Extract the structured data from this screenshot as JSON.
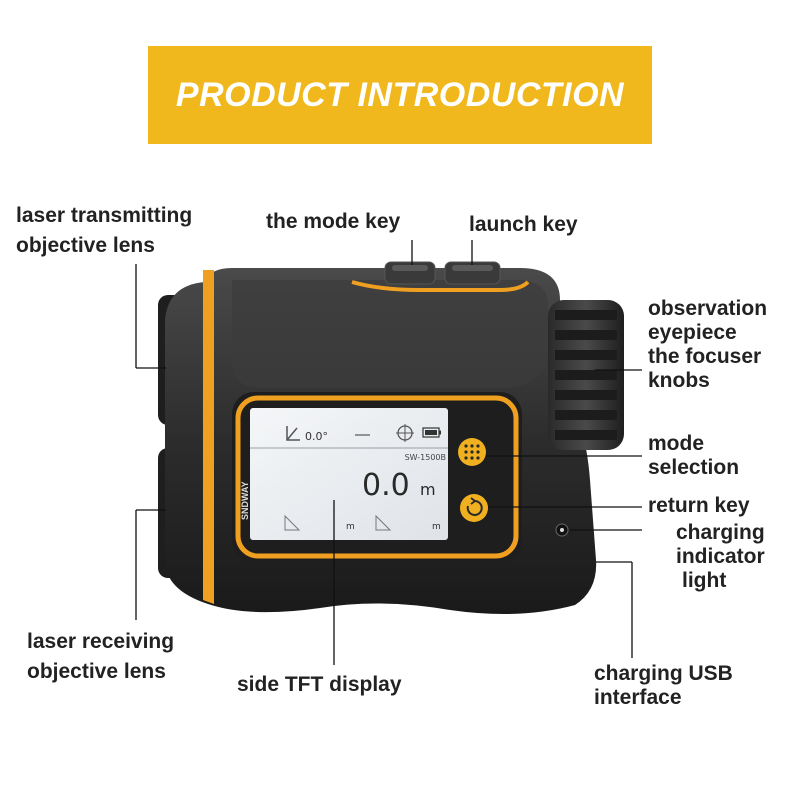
{
  "banner": {
    "title": "PRODUCT INTRODUCTION"
  },
  "labels": {
    "laser_transmitting": [
      "laser transmitting",
      "objective lens"
    ],
    "mode_key": "the mode key",
    "launch_key": "launch key",
    "eyepiece": [
      "observation",
      "eyepiece",
      "the focuser",
      "knobs"
    ],
    "mode_selection": [
      "mode",
      "selection"
    ],
    "return_key": "return key",
    "charging_indicator": [
      "charging",
      "indicator",
      "light"
    ],
    "laser_receiving": [
      "laser receiving",
      "objective lens"
    ],
    "side_display": "side TFT display",
    "charging_usb": [
      "charging USB",
      "interface"
    ]
  },
  "device": {
    "brand": "SNDWAY",
    "screen": {
      "angle": "0.0°",
      "model": "SW-1500B",
      "reading": "0.0",
      "unit": "m",
      "small_unit_left": "m",
      "small_unit_right": "m"
    }
  },
  "colors": {
    "accent": "#f0b81c",
    "device_orange": "#f0a020",
    "device_body": "#2a2a2a"
  }
}
